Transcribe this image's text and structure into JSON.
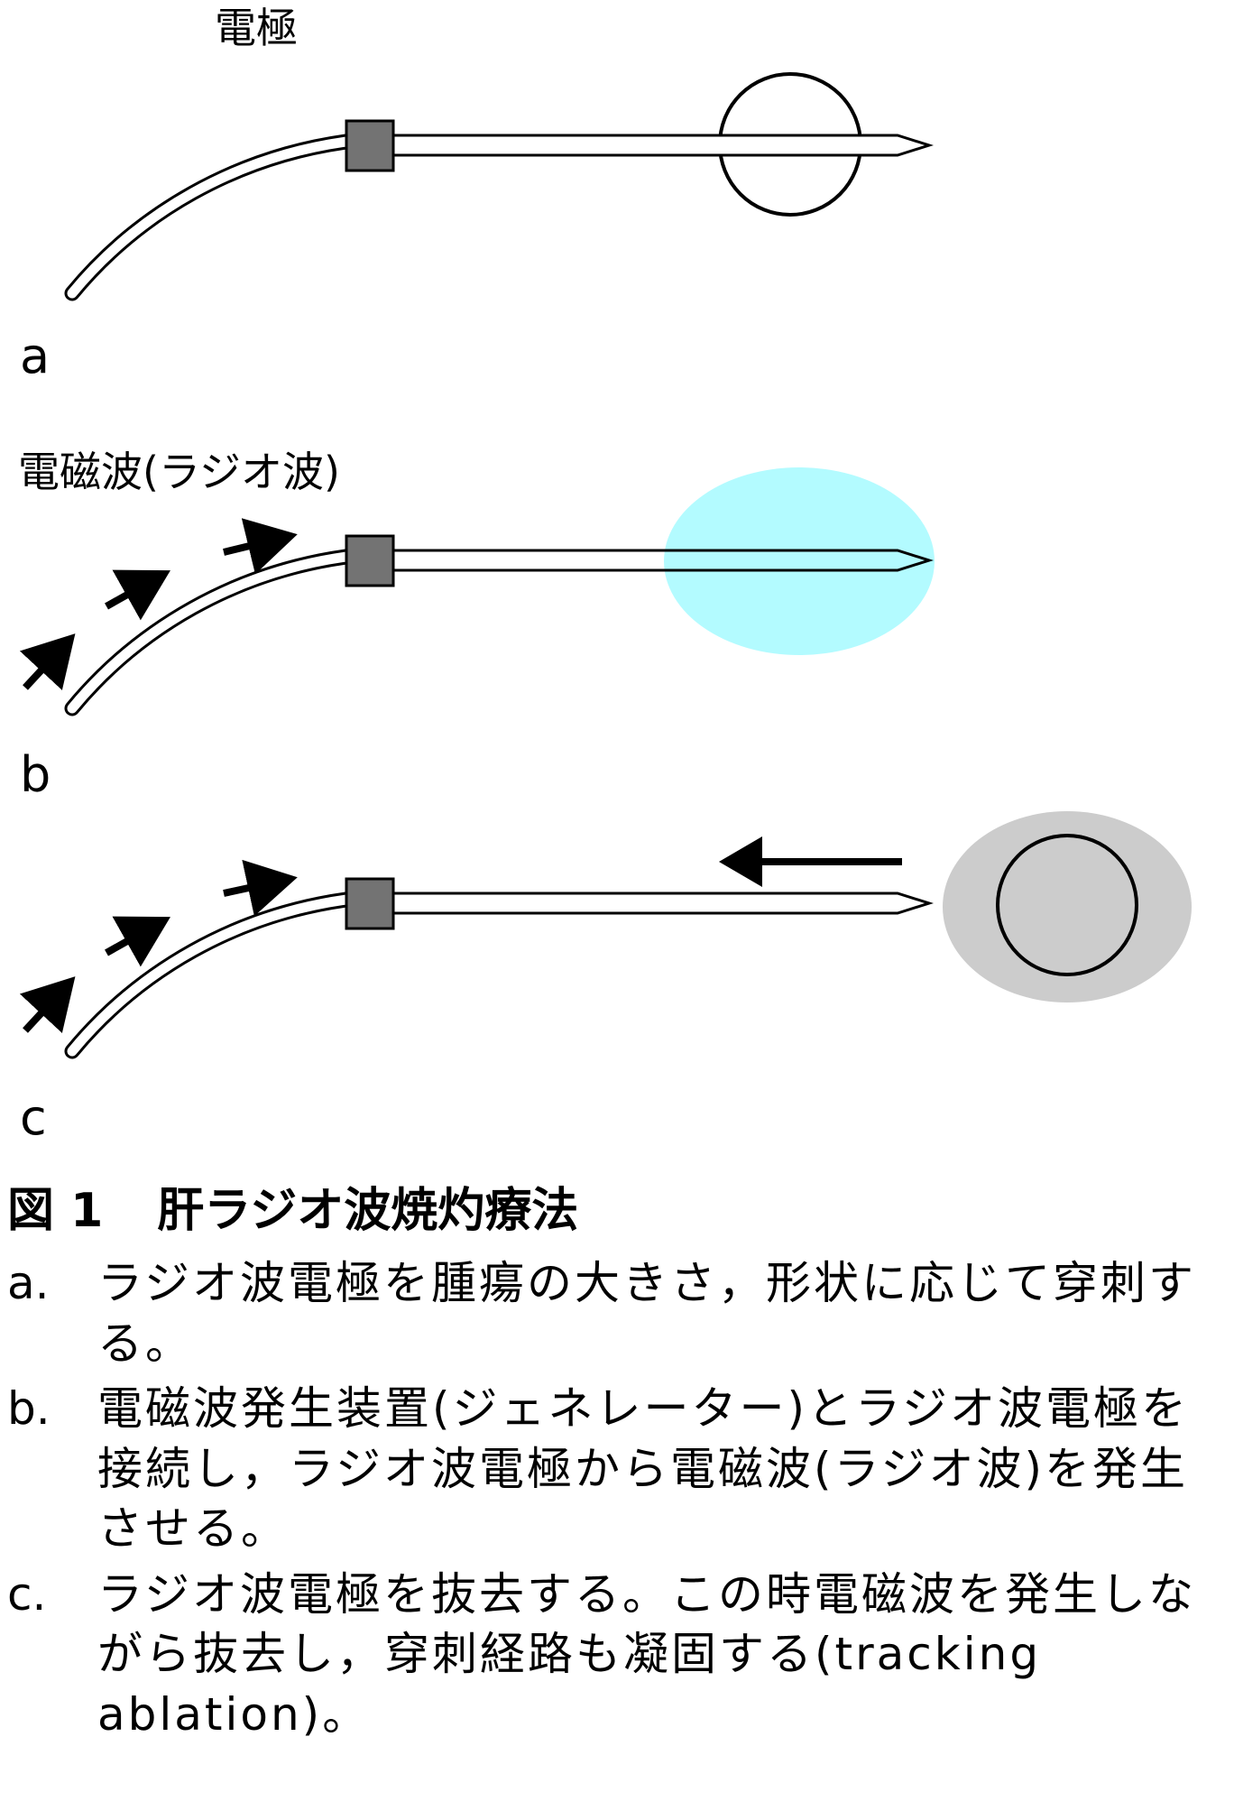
{
  "panels": {
    "a": {
      "letter": "a",
      "label": "電極"
    },
    "b": {
      "letter": "b",
      "label": "電磁波(ラジオ波)"
    },
    "c": {
      "letter": "c"
    }
  },
  "colors": {
    "electrode_block": "#737373",
    "ablation_zone": "#b3fbff",
    "coagulated_zone": "#cccccc"
  },
  "caption": {
    "figure_number": "図 1",
    "title": "肝ラジオ波焼灼療法",
    "items": [
      {
        "marker": "a.",
        "text": "ラジオ波電極を腫瘍の大きさ，形状に応じて穿刺する。"
      },
      {
        "marker": "b.",
        "text": "電磁波発生装置(ジェネレーター)とラジオ波電極を接続し，ラジオ波電極から電磁波(ラジオ波)を発生させる。"
      },
      {
        "marker": "c.",
        "text": "ラジオ波電極を抜去する。この時電磁波を発生しながら抜去し，穿刺経路も凝固する(tracking ablation)。"
      }
    ]
  }
}
